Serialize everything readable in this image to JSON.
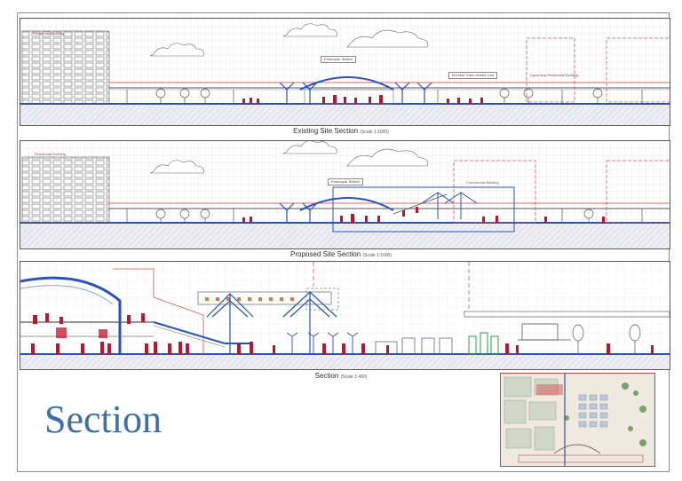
{
  "sheet": {
    "title": "Section",
    "accent_color": "#3d6fa8",
    "line_color": "#2a52be",
    "figure_color": "#c8102e"
  },
  "existing": {
    "caption": "Existing Site Section",
    "scale": "(Scale 1:1000)",
    "labels": {
      "residential": "Residential Building",
      "station": "Kharkapar Station",
      "line": "Mumbai Trans Harbor Link",
      "upcoming": "Upcoming Residential Building"
    }
  },
  "proposed": {
    "caption": "Proposed Site Section",
    "scale": "(Scale 1:1000)",
    "labels": {
      "residential": "Residential Building",
      "station": "Kharkapar Station",
      "commercial": "Commercial Building"
    }
  },
  "detail": {
    "caption": "Section",
    "scale": "(Scale 1:400)"
  },
  "icons": {
    "tree": "tree-icon",
    "cloud": "cloud-icon",
    "person": "person-icon",
    "canopy": "umbrella-canopy-icon",
    "keyplan": "site-map-icon"
  }
}
